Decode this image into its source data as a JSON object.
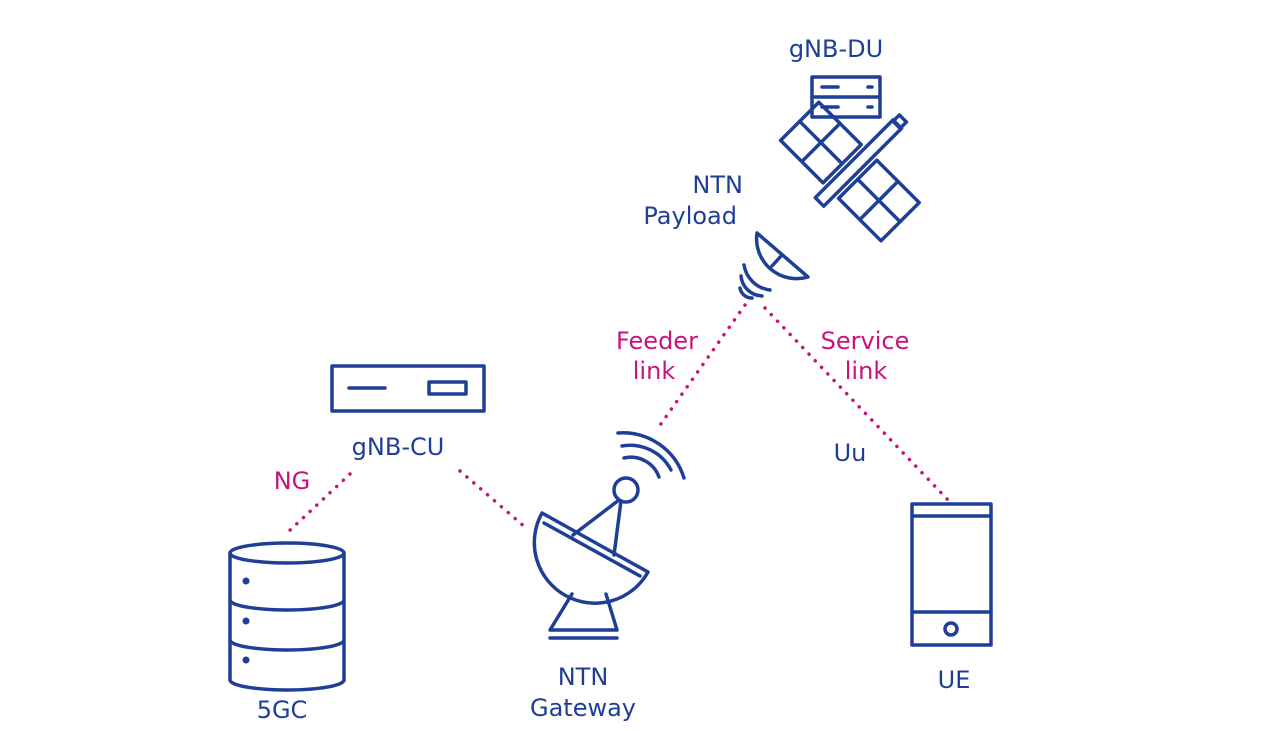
{
  "colors": {
    "node": "#1f3f97",
    "link": "#c8127d",
    "background": "#ffffff"
  },
  "nodes": {
    "gnb_du": "gNB-DU",
    "ntn_payload_line1": "NTN",
    "ntn_payload_line2": "Payload",
    "gnb_cu": "gNB-CU",
    "core": "5GC",
    "gateway_line1": "NTN",
    "gateway_line2": "Gateway",
    "ue": "UE"
  },
  "links": {
    "feeder_line1": "Feeder",
    "feeder_line2": "link",
    "service_line1": "Service",
    "service_line2": "link",
    "ng": "NG",
    "uu": "Uu"
  },
  "icons": [
    "server-icon",
    "satellite-icon",
    "dish-antenna-icon",
    "database-icon",
    "smartphone-icon"
  ]
}
